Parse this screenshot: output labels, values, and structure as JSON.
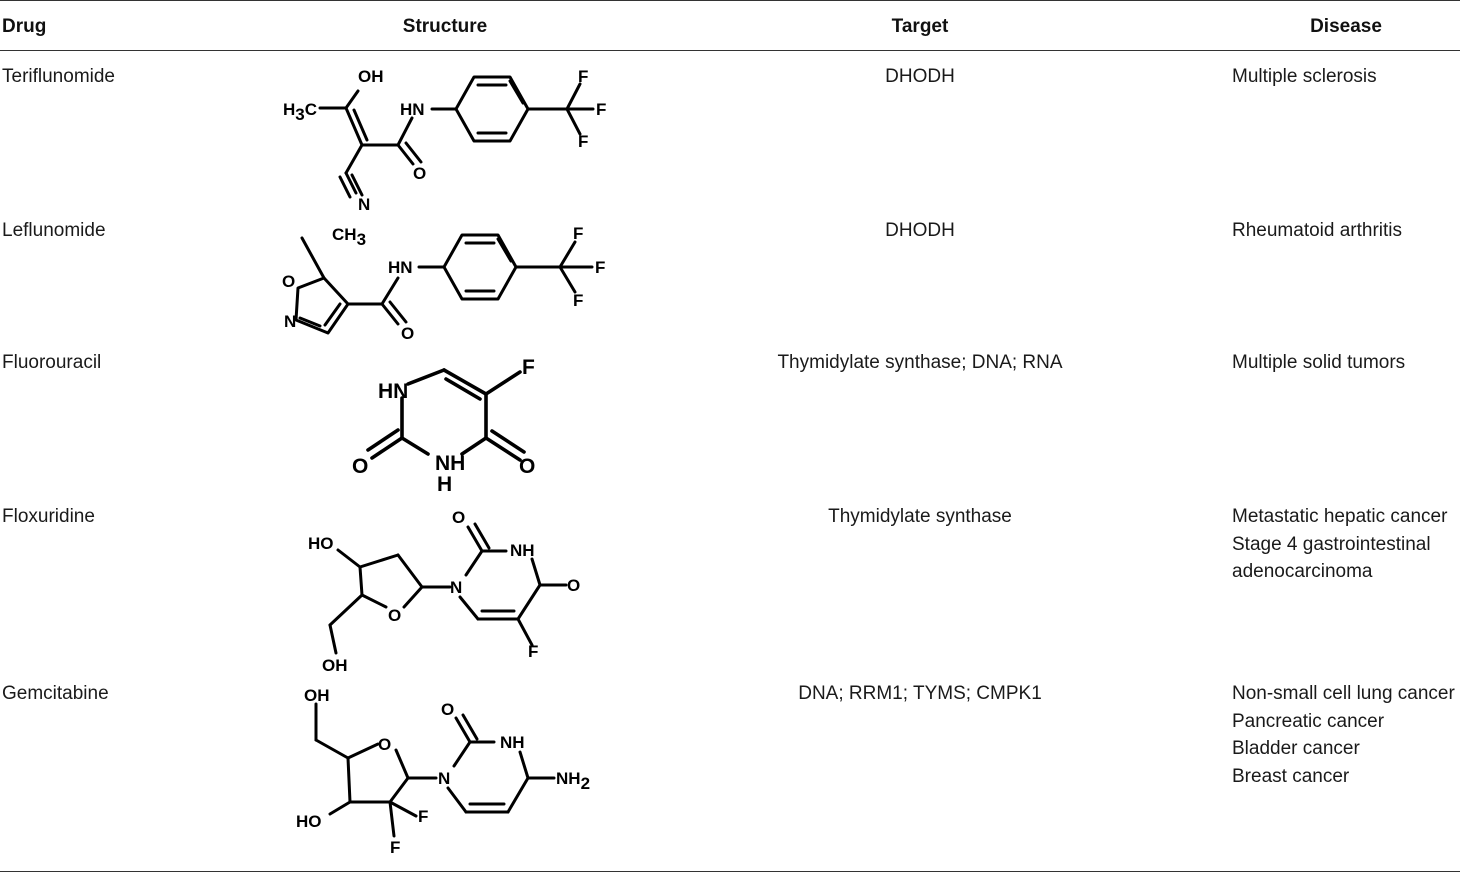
{
  "table": {
    "headers": {
      "drug": "Drug",
      "structure": "Structure",
      "target": "Target",
      "disease": "Disease"
    },
    "rows": [
      {
        "drug": "Teriflunomide",
        "target": "DHODH",
        "disease": [
          "Multiple sclerosis"
        ]
      },
      {
        "drug": "Leflunomide",
        "target": "DHODH",
        "disease": [
          "Rheumatoid arthritis"
        ]
      },
      {
        "drug": "Fluorouracil",
        "target": "Thymidylate synthase; DNA; RNA",
        "disease": [
          "Multiple solid tumors"
        ]
      },
      {
        "drug": "Floxuridine",
        "target": "Thymidylate synthase",
        "disease": [
          "Metastatic hepatic cancer",
          "Stage 4 gastrointestinal",
          "adenocarcinoma"
        ]
      },
      {
        "drug": "Gemcitabine",
        "target": "DNA; RRM1; TYMS; CMPK1",
        "disease": [
          "Non-small cell lung cancer",
          "Pancreatic cancer",
          "Bladder cancer",
          "Breast cancer"
        ]
      }
    ]
  },
  "structures": {
    "teriflunomide": {
      "oh": "OH",
      "h3c": "H",
      "h3c_sub": "3",
      "h3c_c": "C",
      "hn": "HN",
      "o": "O",
      "n": "N",
      "f1": "F",
      "f2": "F",
      "f3": "F"
    },
    "leflunomide": {
      "ch3": "CH",
      "ch3_sub": "3",
      "o_ring": "O",
      "n_ring": "N",
      "hn": "HN",
      "o": "O",
      "f1": "F",
      "f2": "F",
      "f3": "F"
    },
    "fluorouracil": {
      "f": "F",
      "hn": "HN",
      "o1": "O",
      "nh": "NH",
      "o2": "O",
      "h": "H"
    },
    "floxuridine": {
      "ho": "HO",
      "o_ring": "O",
      "oh": "OH",
      "n": "N",
      "o_top": "O",
      "nh": "NH",
      "o_right": "O",
      "f": "F"
    },
    "gemcitabine": {
      "oh": "OH",
      "o_ring": "O",
      "ho": "HO",
      "f1": "F",
      "f2": "F",
      "n": "N",
      "o_top": "O",
      "nh": "NH",
      "nh2": "NH",
      "nh2_sub": "2"
    }
  }
}
